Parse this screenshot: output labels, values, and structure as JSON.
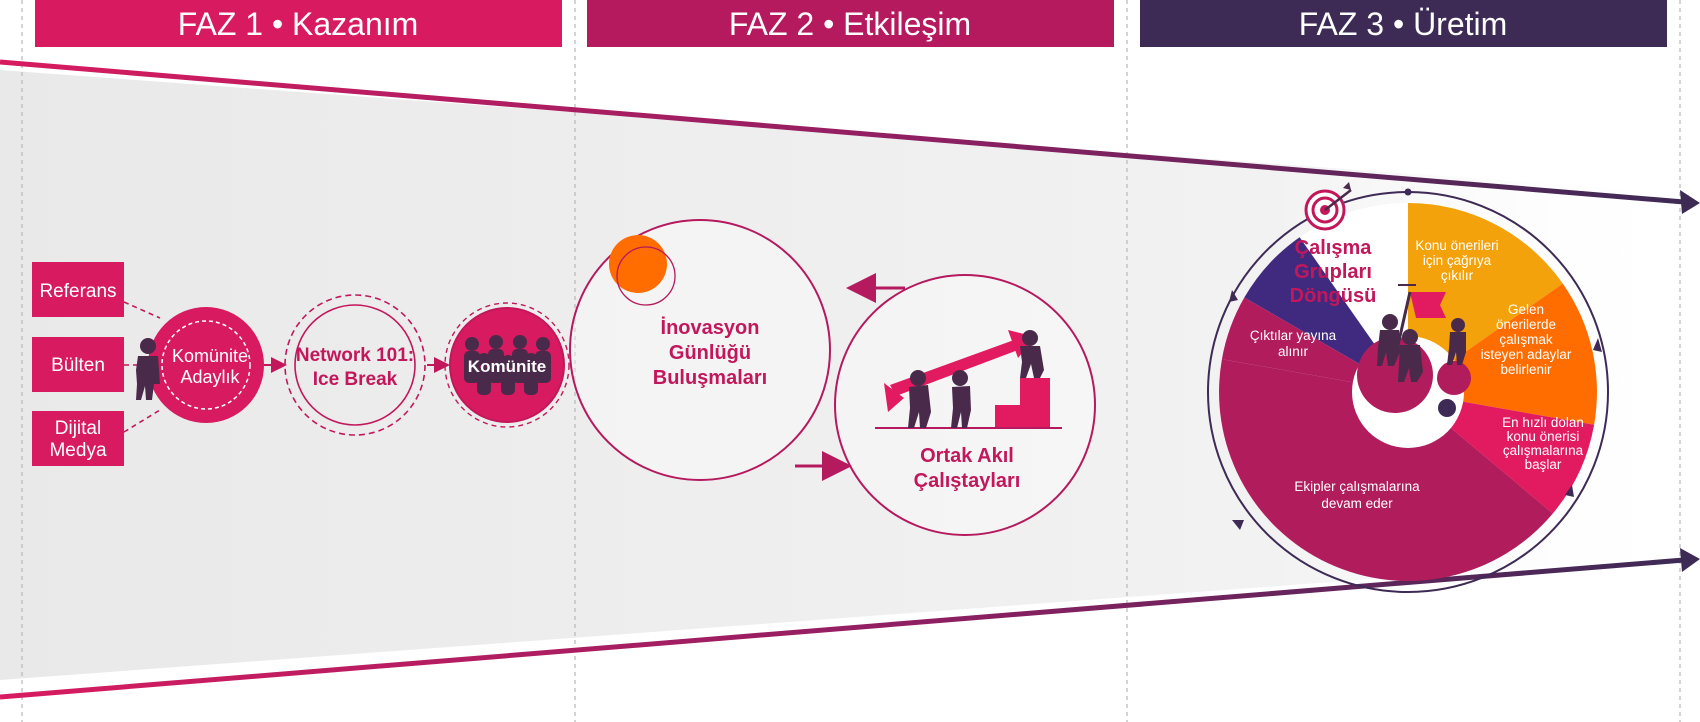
{
  "colors": {
    "faz1": "#d81b60",
    "faz2": "#b5195e",
    "faz3": "#3d2a55",
    "orange": "#ff6d00",
    "amber": "#f4a20b",
    "magenta": "#b11c5c",
    "rose": "#e21a5f",
    "indigo": "#3f2a80",
    "figure": "#4a2a4a",
    "funnel": "#efefef"
  },
  "phases": [
    {
      "label": "FAZ 1 • Kazanım"
    },
    {
      "label": "FAZ 2 • Etkileşim"
    },
    {
      "label": "FAZ 3 • Üretim"
    }
  ],
  "faz1": {
    "sources": [
      "Referans",
      "Bülten",
      "Dijital|Medya"
    ],
    "steps": [
      {
        "label": "Komünite|Adaylık"
      },
      {
        "label": "Network 101:|Ice Break"
      },
      {
        "label": "Komünite"
      }
    ]
  },
  "faz2": {
    "left_circle": "İnovasyon|Günlüğü|Buluşmaları",
    "right_circle": "Ortak Akıl|Çalıştayları"
  },
  "faz3": {
    "title": "Çalışma|Grupları|Döngüsü",
    "segments": [
      {
        "label": "Konu önerileri|için çağrıya|çıkılır"
      },
      {
        "label": "Gelen|önerilerde|çalışmak|isteyen adaylar|belirlenir"
      },
      {
        "label": "En hızlı dolan|konu önerisi|çalışmalarına|başlar"
      },
      {
        "label": "Ekipler çalışmalarına|devam eder"
      },
      {
        "label": "Çıktılar yayına|alınır"
      }
    ]
  }
}
